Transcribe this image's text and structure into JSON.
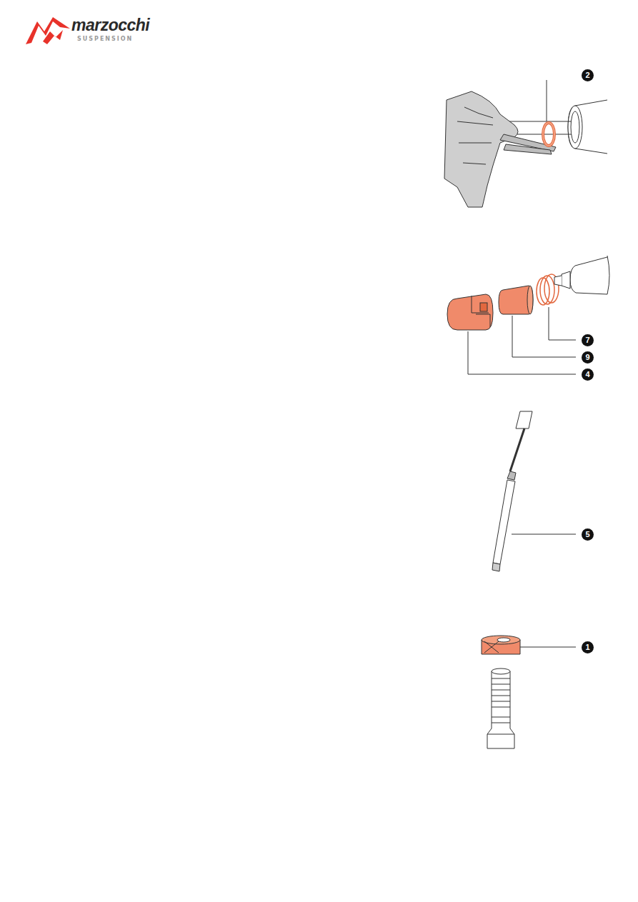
{
  "diagram": {
    "labels": [
      "marzocchi",
      "SUSPENSION",
      "2",
      "7",
      "9",
      "4",
      "5",
      "1"
    ]
  }
}
